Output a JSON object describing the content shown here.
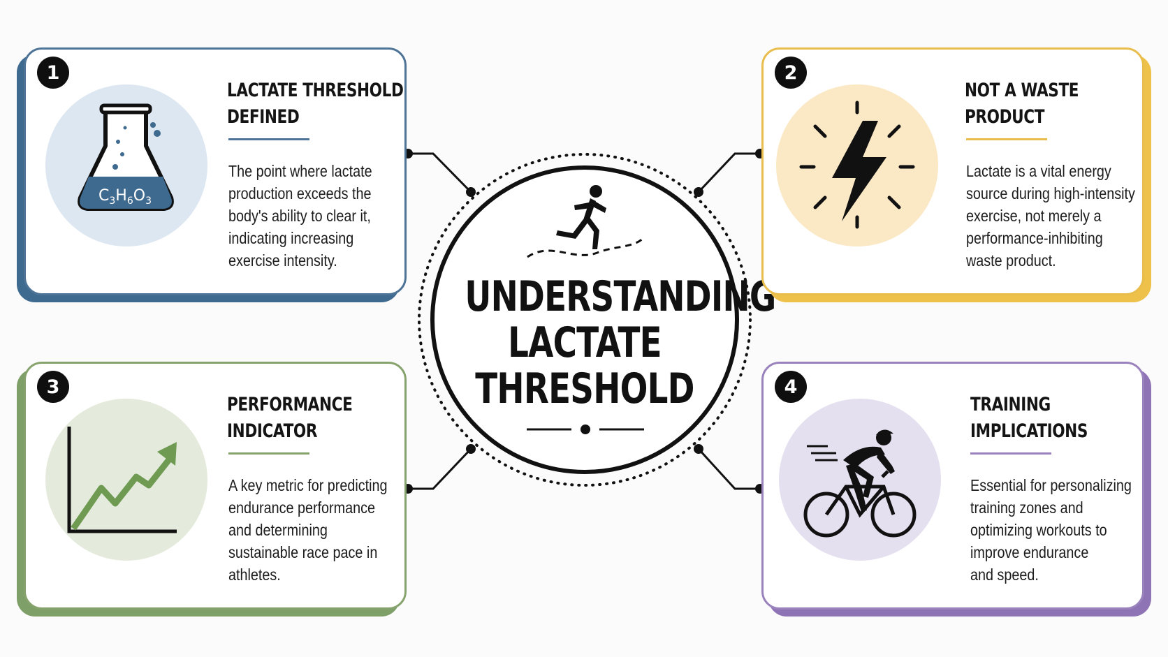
{
  "center": {
    "title_lines": [
      "UNDERSTANDING",
      "LACTATE",
      "THRESHOLD"
    ],
    "icon": "runner-icon"
  },
  "cards": [
    {
      "number": "1",
      "title_lines": [
        "LACTATE THRESHOLD",
        "DEFINED"
      ],
      "description": "The point where lactate\nproduction exceeds the\nbody's ability to clear it,\nindicating increasing\nexercise intensity.",
      "icon": "flask-icon",
      "formula": "C3H6O3",
      "accent": "#4d7397"
    },
    {
      "number": "2",
      "title_lines": [
        "NOT A WASTE",
        "PRODUCT"
      ],
      "description": "Lactate is a vital energy\nsource during high-intensity\nexercise, not merely a\nperformance-inhibiting\nwaste product.",
      "icon": "lightning-bolt-icon",
      "accent": "#e8bd4c"
    },
    {
      "number": "3",
      "title_lines": [
        "PERFORMANCE",
        "INDICATOR"
      ],
      "description": "A key metric for predicting\nendurance performance\nand determining\nsustainable race pace in\nathletes.",
      "icon": "trend-chart-icon",
      "accent": "#86a36e"
    },
    {
      "number": "4",
      "title_lines": [
        "TRAINING",
        "IMPLICATIONS"
      ],
      "description": "Essential for personalizing\ntraining zones and\noptimizing workouts to\nimprove endurance\nand speed.",
      "icon": "cyclist-icon",
      "accent": "#9a82bd"
    }
  ]
}
